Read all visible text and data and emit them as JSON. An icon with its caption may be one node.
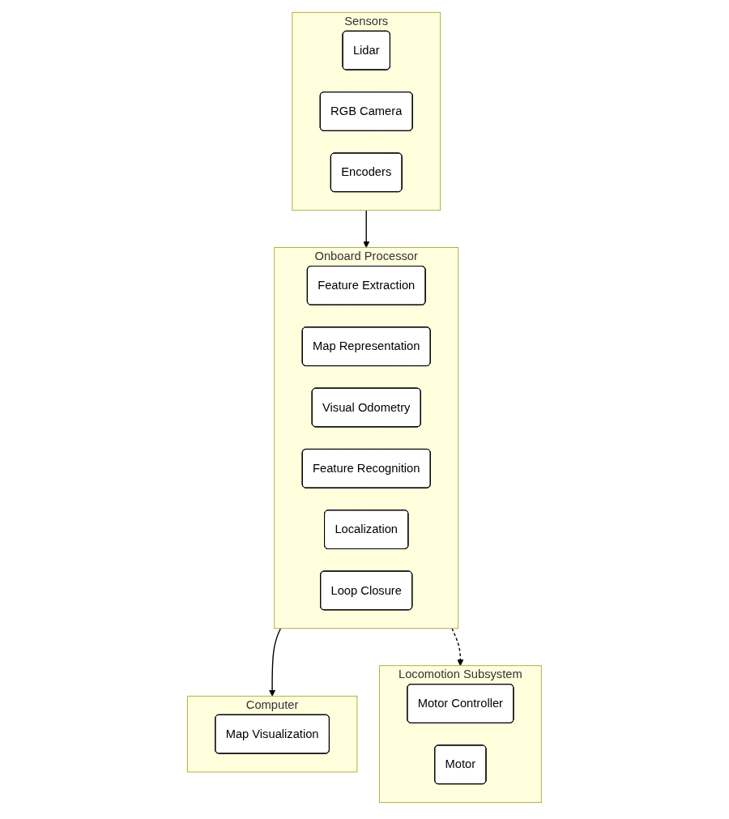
{
  "diagram": {
    "nodes": [
      {
        "text": [
          "Computer"
        ]
      },
      {
        "text": [
          "Map Visualization"
        ],
        "in": 0
      },
      {
        "text": [
          "Sensors"
        ]
      },
      {
        "text": [
          "Lidar"
        ],
        "in": 2
      },
      {
        "text": [
          "RGB Camera"
        ],
        "in": 2
      },
      {
        "text": [
          "Encoders"
        ],
        "in": 2
      },
      {
        "text": [
          "Onboard Processor"
        ]
      },
      {
        "text": [
          "Feature Extraction"
        ],
        "in": 6
      },
      {
        "text": [
          "Map Representation"
        ],
        "in": 6
      },
      {
        "text": [
          "Visual Odometry"
        ],
        "in": 6
      },
      {
        "text": [
          "Feature Recognition"
        ],
        "in": 6
      },
      {
        "text": [
          "Localization"
        ],
        "in": 6
      },
      {
        "text": [
          "Loop Closure"
        ],
        "in": 6
      },
      {
        "text": [
          "Locomotion Subsystem"
        ]
      },
      {
        "text": [
          "Motor Controller"
        ],
        "in": 13
      },
      {
        "text": [
          "Motor"
        ],
        "in": 13
      }
    ],
    "edges": [
      {
        "from": 2,
        "to": 6,
        "arrow": "to"
      },
      {
        "from": 6,
        "to": 0,
        "arrow": "to"
      },
      {
        "from": 6,
        "to": 13,
        "arrow": "to",
        "style": "dashed"
      }
    ]
  }
}
